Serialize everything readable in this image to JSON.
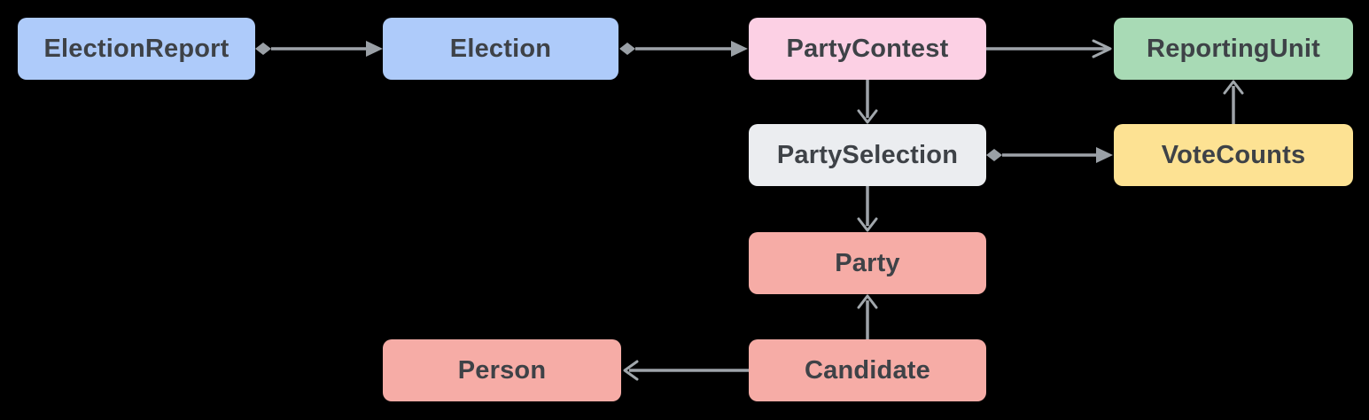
{
  "diagram": {
    "background_color": "#000000",
    "text_color": "#3E4247",
    "arrow_color": "#9AA0A6",
    "nodes": [
      {
        "id": "election-report",
        "label": "ElectionReport",
        "color": "#AECBFA"
      },
      {
        "id": "election",
        "label": "Election",
        "color": "#AECBFA"
      },
      {
        "id": "party-contest",
        "label": "PartyContest",
        "color": "#FCD0E4"
      },
      {
        "id": "reporting-unit",
        "label": "ReportingUnit",
        "color": "#A8DAB5"
      },
      {
        "id": "party-selection",
        "label": "PartySelection",
        "color": "#EBEDF0"
      },
      {
        "id": "vote-counts",
        "label": "VoteCounts",
        "color": "#FDE293"
      },
      {
        "id": "party",
        "label": "Party",
        "color": "#F6ACA6"
      },
      {
        "id": "person",
        "label": "Person",
        "color": "#F6ACA6"
      },
      {
        "id": "candidate",
        "label": "Candidate",
        "color": "#F6ACA6"
      }
    ],
    "edges": [
      {
        "from": "ElectionReport",
        "to": "Election",
        "source_marker": "diamond",
        "target_marker": "solid-arrow"
      },
      {
        "from": "Election",
        "to": "PartyContest",
        "source_marker": "diamond",
        "target_marker": "solid-arrow"
      },
      {
        "from": "PartyContest",
        "to": "ReportingUnit",
        "source_marker": "none",
        "target_marker": "open-arrow"
      },
      {
        "from": "PartyContest",
        "to": "PartySelection",
        "source_marker": "none",
        "target_marker": "open-arrow"
      },
      {
        "from": "PartySelection",
        "to": "VoteCounts",
        "source_marker": "diamond",
        "target_marker": "solid-arrow"
      },
      {
        "from": "VoteCounts",
        "to": "ReportingUnit",
        "source_marker": "none",
        "target_marker": "open-arrow"
      },
      {
        "from": "PartySelection",
        "to": "Party",
        "source_marker": "none",
        "target_marker": "open-arrow"
      },
      {
        "from": "Candidate",
        "to": "Party",
        "source_marker": "none",
        "target_marker": "open-arrow"
      },
      {
        "from": "Candidate",
        "to": "Person",
        "source_marker": "none",
        "target_marker": "open-arrow"
      }
    ]
  }
}
